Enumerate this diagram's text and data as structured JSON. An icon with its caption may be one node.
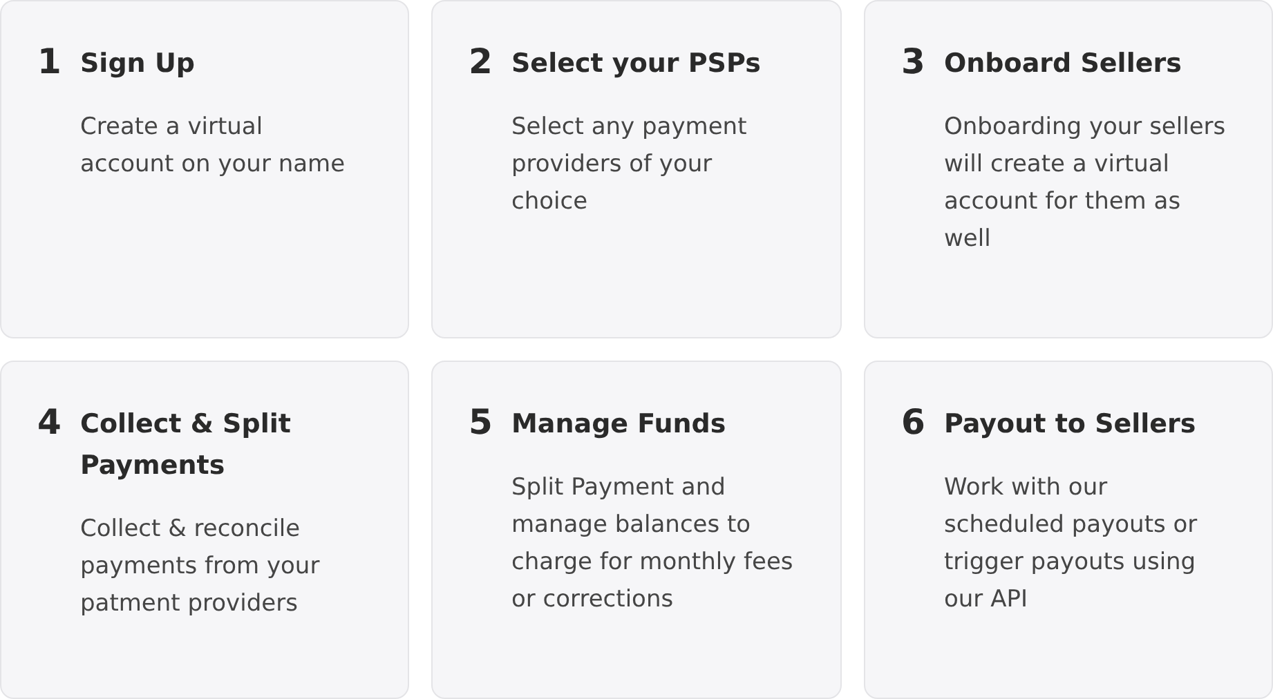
{
  "diagram": {
    "nodes": [
      {
        "text": [
          "1",
          "Sign Up",
          "Create a virtual account on your name"
        ]
      },
      {
        "text": [
          "2",
          "Select your PSPs",
          "Select any payment providers of your choice"
        ]
      },
      {
        "text": [
          "3",
          "Onboard Sellers",
          "Onboarding your sellers will create a virtual account for them as well"
        ]
      },
      {
        "text": [
          "4",
          "Collect & Split Payments",
          "Collect & reconcile payments from your patment providers"
        ]
      },
      {
        "text": [
          "5",
          "Manage Funds",
          "Split Payment and manage balances to charge for monthly fees or corrections"
        ]
      },
      {
        "text": [
          "6",
          "Payout to Sellers",
          "Work with our scheduled payouts or trigger payouts using our API"
        ]
      }
    ],
    "edges": []
  }
}
